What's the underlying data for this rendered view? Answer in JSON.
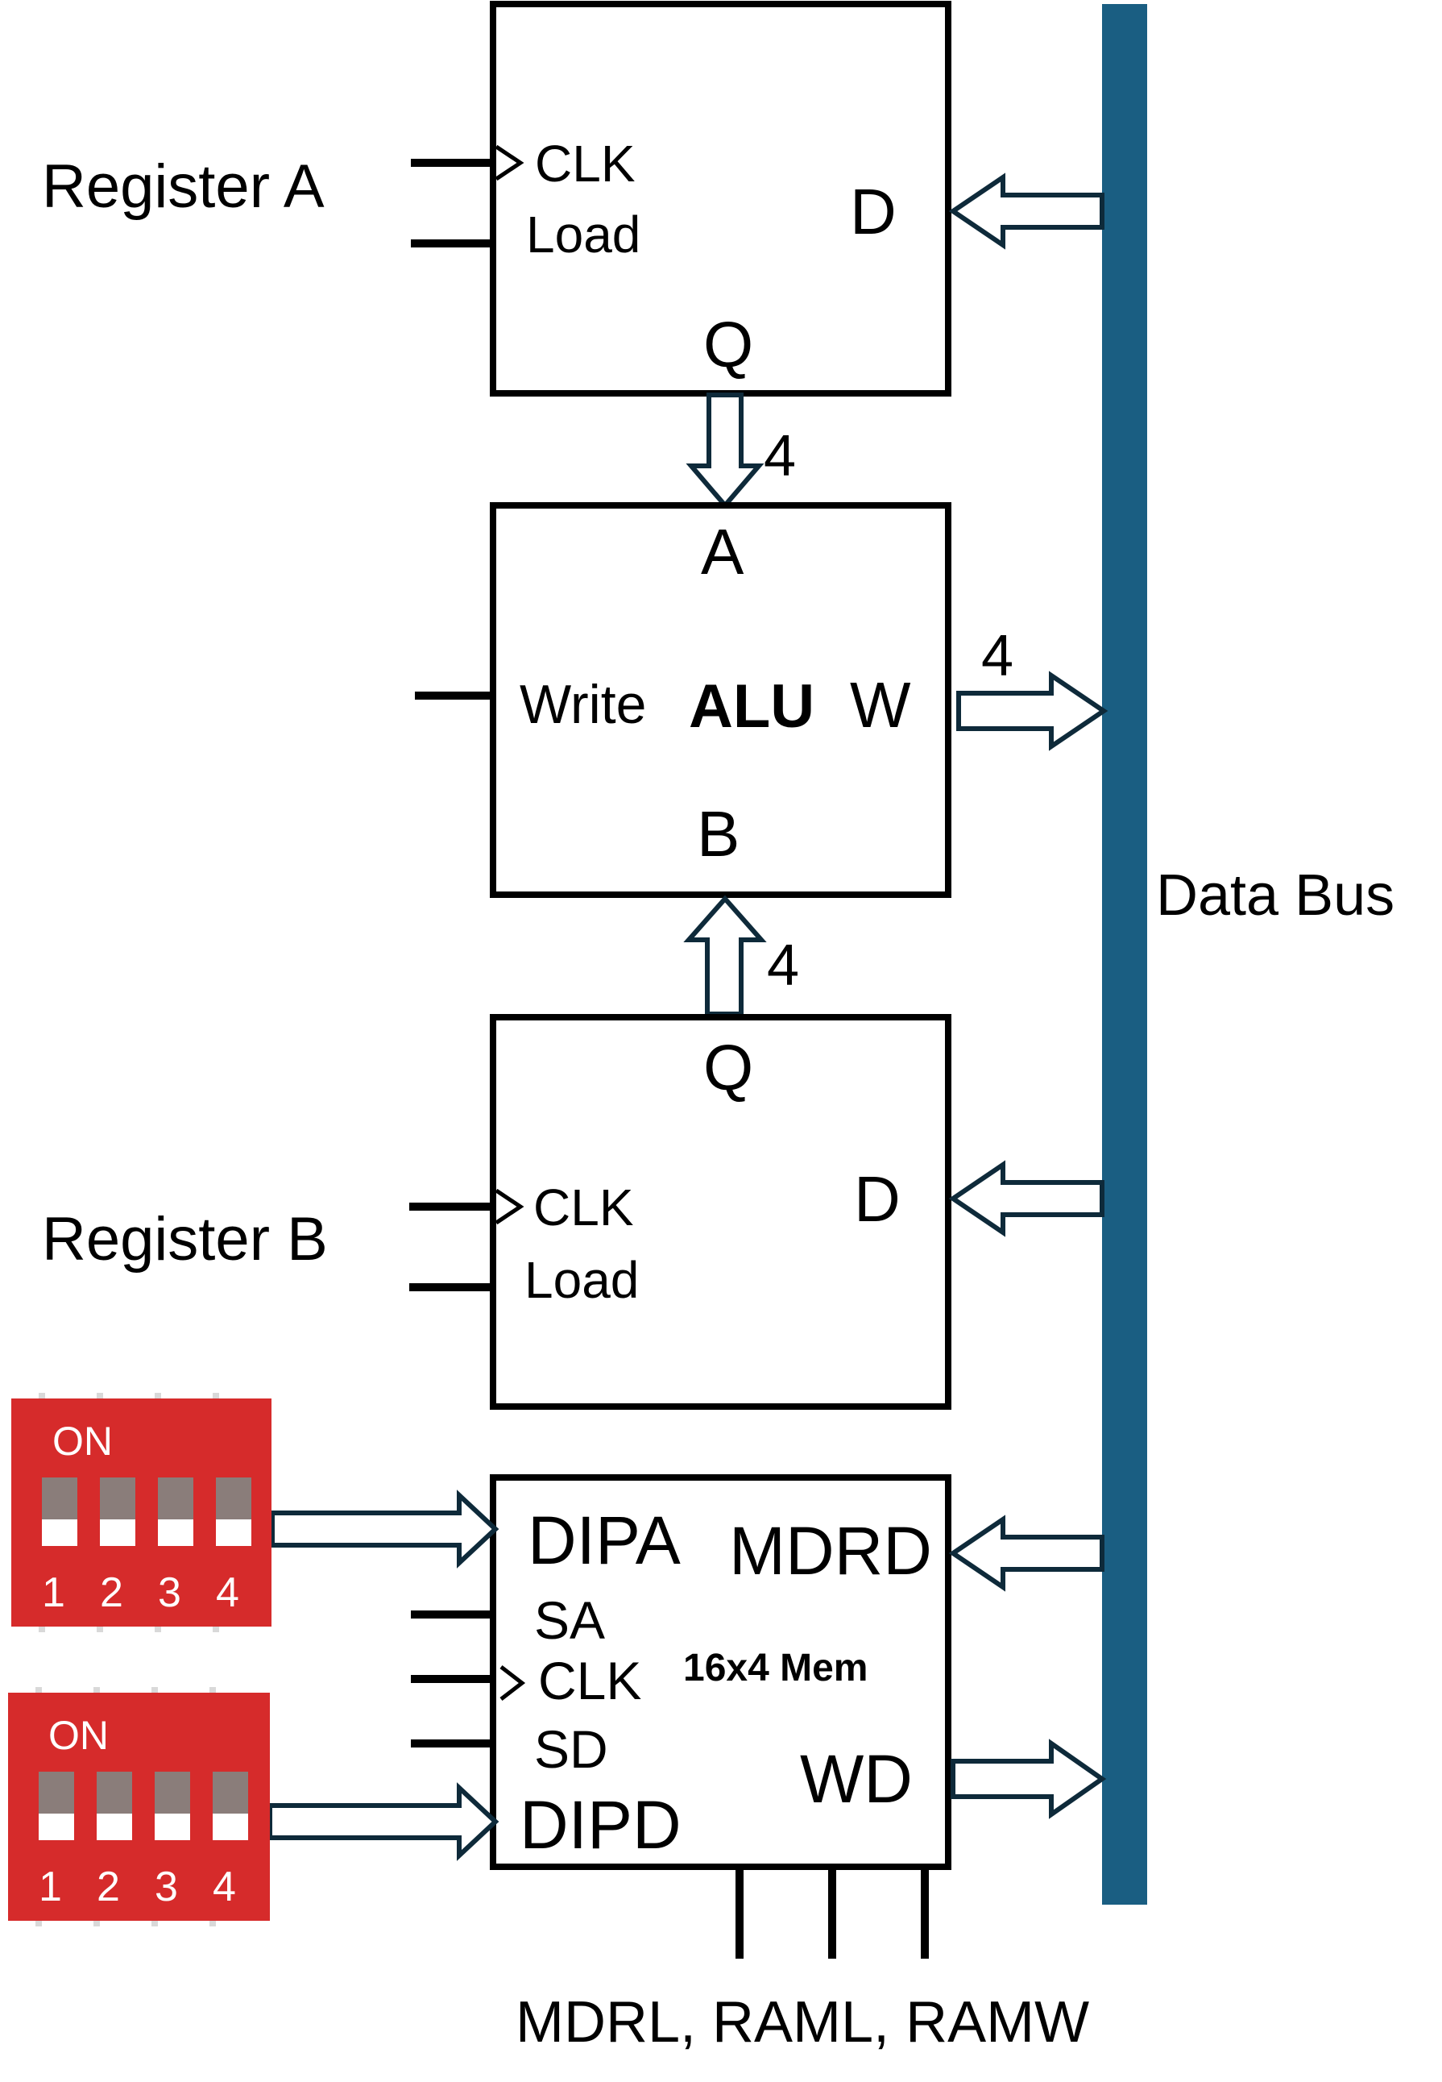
{
  "colors": {
    "bus": "#1a5e82",
    "dip_red": "#d62b2b",
    "arrow_outline": "#0e2a3a",
    "box_stroke": "#000000"
  },
  "register_a": {
    "title": "Register A",
    "clk": "CLK",
    "load": "Load",
    "d": "D",
    "q": "Q"
  },
  "alu": {
    "name": "ALU",
    "write": "Write",
    "a": "A",
    "b": "B",
    "w": "W",
    "width_a": "4",
    "width_b": "4",
    "width_w": "4"
  },
  "register_b": {
    "title": "Register B",
    "clk": "CLK",
    "load": "Load",
    "d": "D",
    "q": "Q"
  },
  "memory": {
    "name": "16x4 Mem",
    "dipa": "DIPA",
    "dipd": "DIPD",
    "mdrd": "MDRD",
    "wd": "WD",
    "sa": "SA",
    "clk": "CLK",
    "sd": "SD",
    "control_signals": "MDRL, RAML, RAMW"
  },
  "bus": {
    "label": "Data Bus"
  },
  "dip_switch_a": {
    "on_label": "ON",
    "positions": [
      "1",
      "2",
      "3",
      "4"
    ]
  },
  "dip_switch_d": {
    "on_label": "ON",
    "positions": [
      "1",
      "2",
      "3",
      "4"
    ]
  }
}
